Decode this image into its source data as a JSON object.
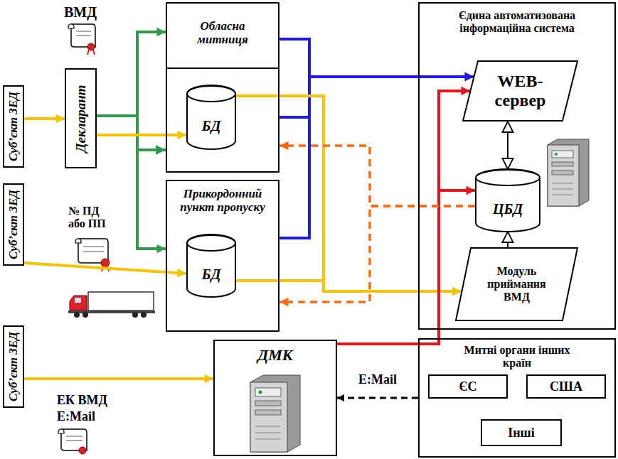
{
  "diagram": {
    "nodes": [
      {
        "text": [
          "Суб’єкт ЗЕД"
        ]
      },
      {
        "text": [
          "Декларант"
        ]
      },
      {
        "text": [
          "Обласна митниця"
        ]
      },
      {
        "text": [
          "БД"
        ],
        "in": 2
      },
      {
        "text": [
          "Суб’єкт ЗЕД"
        ]
      },
      {
        "text": [
          "Прикордонний пункт пропуску"
        ]
      },
      {
        "text": [
          "БД"
        ],
        "in": 5
      },
      {
        "text": [
          "Суб’єкт ЗЕД"
        ]
      },
      {
        "text": [
          "ДМК"
        ]
      },
      {
        "text": [
          "Єдина автоматизована інформаційна система"
        ]
      },
      {
        "text": [
          "WEB-сервер"
        ],
        "in": 9
      },
      {
        "text": [
          "ЦБД"
        ],
        "in": 9
      },
      {
        "text": [
          "Модуль приймання ВМД"
        ],
        "in": 9
      },
      {
        "text": [
          "Митні органи інших країн"
        ]
      },
      {
        "text": [
          "ЄС"
        ],
        "in": 13
      },
      {
        "text": [
          "США"
        ],
        "in": 13
      },
      {
        "text": [
          "Інші"
        ],
        "in": 13
      }
    ],
    "edges": [
      {
        "from": 0,
        "to": 1,
        "arrow": "to"
      },
      {
        "from": 1,
        "to": 2,
        "arrow": "to"
      },
      {
        "from": 1,
        "to": 5,
        "arrow": "to"
      },
      {
        "from": 1,
        "to": 3,
        "arrow": "to"
      },
      {
        "from": 4,
        "to": 6,
        "arrow": "to"
      },
      {
        "from": 7,
        "to": 8,
        "arrow": "to"
      },
      {
        "from": 2,
        "to": 10,
        "arrow": "to"
      },
      {
        "from": 5,
        "to": 10,
        "arrow": "to"
      },
      {
        "from": 3,
        "to": 12,
        "arrow": "to"
      },
      {
        "from": 6,
        "to": 12,
        "arrow": "to"
      },
      {
        "from": 8,
        "to": 10,
        "arrow": "to"
      },
      {
        "from": 8,
        "to": 11,
        "arrow": "to"
      },
      {
        "from": 11,
        "to": 2,
        "arrow": "to"
      },
      {
        "from": 11,
        "to": 5,
        "arrow": "to"
      },
      {
        "from": 10,
        "to": 11,
        "arrow": "both"
      },
      {
        "from": 12,
        "to": 11,
        "arrow": "to"
      },
      {
        "from": 13,
        "to": 8,
        "label": "E:Mail",
        "arrow": "to"
      }
    ],
    "labels": [
      "ВМД",
      "№ ПД або ПП",
      "ЕК ВМД",
      "E:Mail"
    ]
  }
}
